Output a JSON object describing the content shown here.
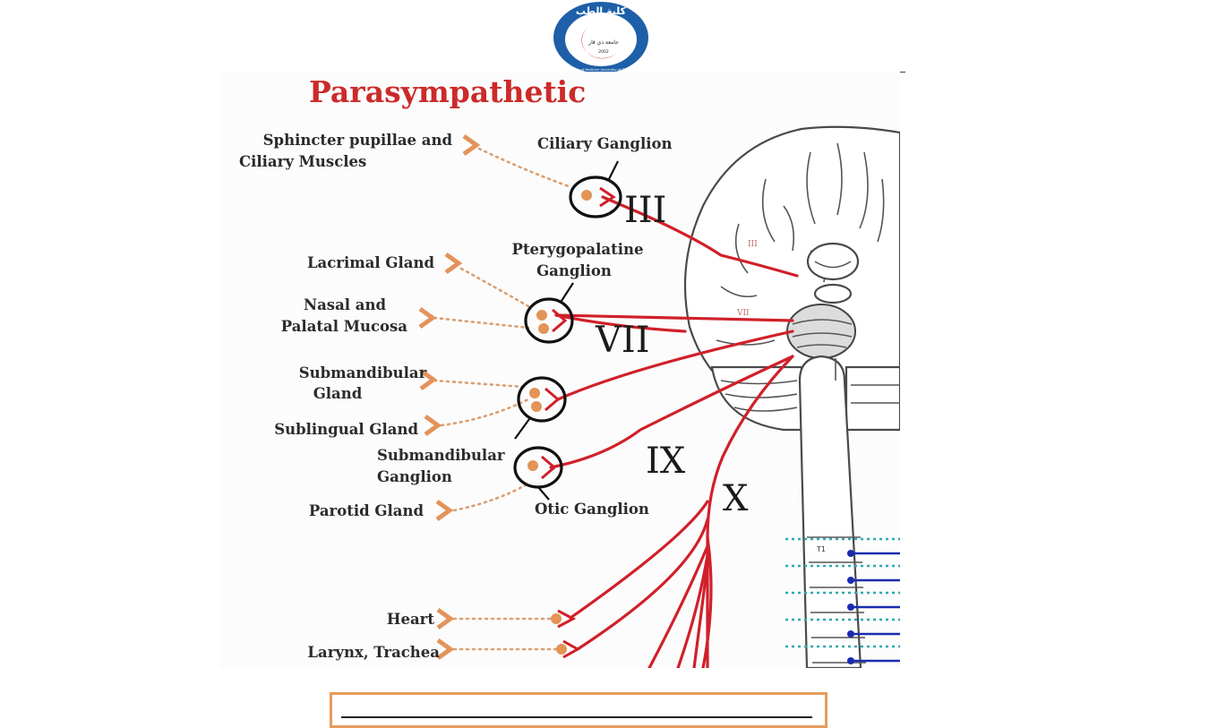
{
  "logo": {
    "arabic_top": "كلية الطب",
    "arabic_center": "جامعة ذي قار",
    "ring_text": "College of Medicine University of Thi-Qar",
    "year": "2002",
    "colors": {
      "ring": "#1d5fa8",
      "crescent": "#d3262e"
    }
  },
  "diagram": {
    "title": "Parasympathetic",
    "targets": {
      "sphincter": [
        "Sphincter pupillae and",
        "Ciliary Muscles"
      ],
      "lacrimal": "Lacrimal Gland",
      "nasal": [
        "Nasal and",
        "Palatal Mucosa"
      ],
      "submandibular": [
        "Submandibular",
        "Gland"
      ],
      "sublingual": "Sublingual Gland",
      "parotid": "Parotid Gland",
      "heart": "Heart",
      "larynx": "Larynx, Trachea"
    },
    "ganglia": {
      "ciliary": "Ciliary Ganglion",
      "pterygopalatine": [
        "Pterygopalatine",
        "Ganglion"
      ],
      "submandibular": [
        "Submandibular",
        "Ganglion"
      ],
      "otic": "Otic Ganglion"
    },
    "nerves": {
      "III": "III",
      "VII": "VII",
      "IX": "IX",
      "X": "X"
    },
    "brain_labels": {
      "III": "III",
      "VII": "VII",
      "T1": "T1"
    },
    "colors": {
      "nerve": "#d0202a",
      "target_marker": "#e3935a",
      "title": "#cc2a2a",
      "spinal_cyan": "#2ea8b0",
      "spinal_blue": "#1a2bb0",
      "answer_border": "#e59c5c"
    }
  },
  "answer": {
    "value": ""
  }
}
